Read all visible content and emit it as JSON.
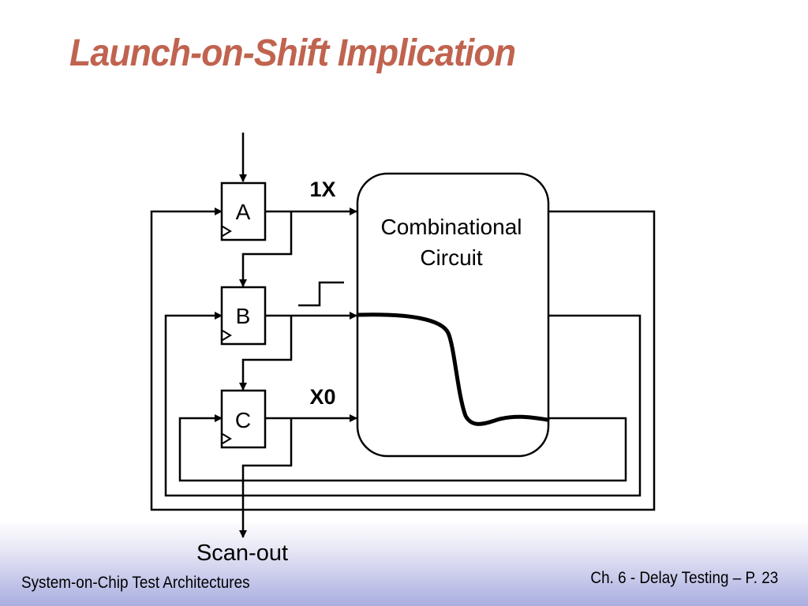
{
  "slide": {
    "title": "Launch-on-Shift Implication",
    "footer_left": "System-on-Chip Test Architectures",
    "footer_right": "Ch. 6 - Delay Testing – P. 23"
  },
  "diagram": {
    "flipflops": [
      "A",
      "B",
      "C"
    ],
    "circuit_label_line1": "Combinational",
    "circuit_label_line2": "Circuit",
    "label_1x": "1X",
    "label_x0": "X0",
    "scan_out_label": "Scan-out"
  }
}
